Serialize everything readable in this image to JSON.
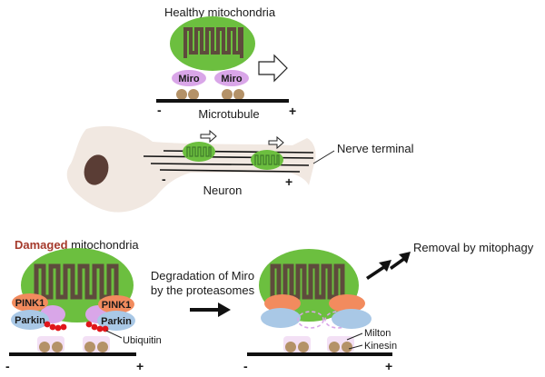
{
  "healthy": {
    "title": "Healthy mitochondria",
    "adaptor_left": "Miro",
    "adaptor_right": "Miro",
    "minus": "-",
    "plus": "+",
    "track": "Microtubule"
  },
  "neuron": {
    "label": "Neuron",
    "terminal": "Nerve terminal",
    "minus": "-",
    "plus": "+"
  },
  "damaged": {
    "title_highlight": "Damaged",
    "title_rest": "mitochondria",
    "pink1_left": "PINK1",
    "parkin_left": "Parkin",
    "pink1_right": "PINK1",
    "parkin_right": "Parkin",
    "ubiquitin": "Ubiquitin",
    "minus": "-",
    "plus": "+"
  },
  "degradation": {
    "line1": "Degradation of Miro",
    "line2": "by the proteasomes"
  },
  "removed": {
    "label": "Removal by mitophagy",
    "milton": "Milton",
    "kinesin": "Kinesin",
    "minus": "-",
    "plus": "+"
  },
  "colors": {
    "mito_green": "#6cbf3f",
    "mito_inner": "#5e4b3c",
    "miro_purple": "#d9a6e8",
    "kinesin_brown": "#b49268",
    "pink1_orange": "#f28b5e",
    "parkin_blue": "#a9c8e6",
    "ubiquitin_red": "#e0161b",
    "neuron_beige": "#f1e8e1",
    "nucleus": "#5a3d35",
    "damaged_red": "#a53a2c"
  }
}
